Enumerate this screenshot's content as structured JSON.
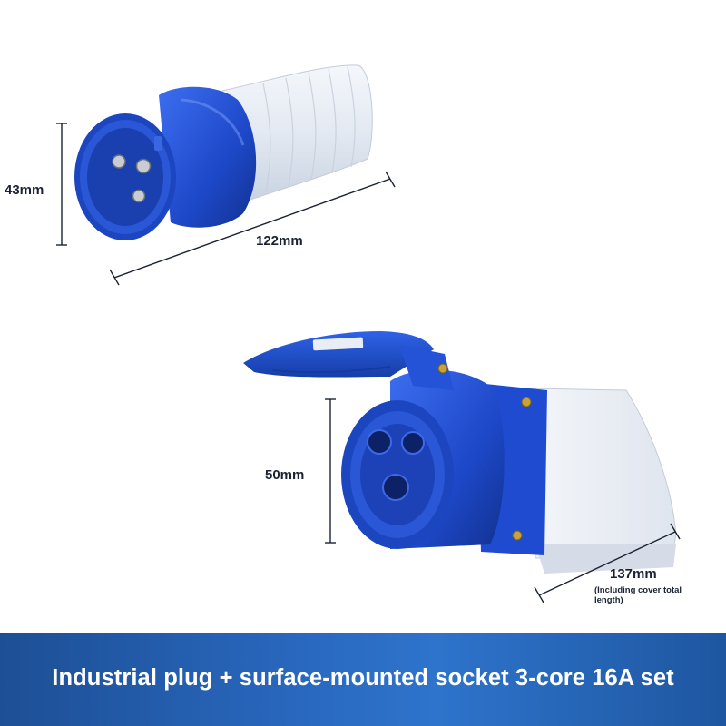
{
  "plug": {
    "height_label": "43mm",
    "length_label": "122mm"
  },
  "socket": {
    "height_label": "50mm",
    "length_label": "137mm",
    "length_note": "(Including cover total length)"
  },
  "banner": {
    "caption": "Industrial plug + surface-mounted socket 3-core 16A set"
  },
  "colors": {
    "accent_blue": "#1f4fd1",
    "banner_blue": "#2a6ac2",
    "housing_white": "#eef2f8"
  }
}
